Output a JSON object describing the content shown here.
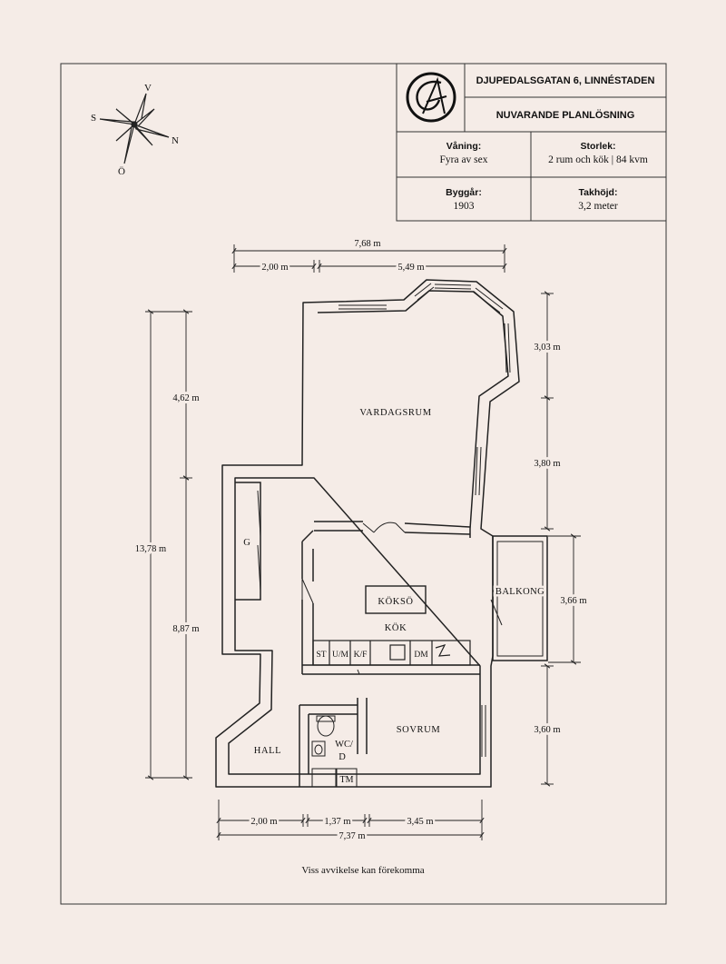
{
  "compass": {
    "north": "N",
    "south": "S",
    "east": "Ö",
    "west": "V"
  },
  "title_block": {
    "address": "DJUPEDALSGATAN 6, LINNÉSTADEN",
    "plan_title": "NUVARANDE PLANLÖSNING",
    "floor": {
      "label": "Våning:",
      "value": "Fyra av sex"
    },
    "size": {
      "label": "Storlek:",
      "value": "2 rum och kök | 84 kvm"
    },
    "built": {
      "label": "Byggår:",
      "value": "1903"
    },
    "ceiling": {
      "label": "Takhöjd:",
      "value": "3,2 meter"
    }
  },
  "dimensions": {
    "top_total": "7,68 m",
    "top_left": "2,00 m",
    "top_right": "5,49 m",
    "left_total": "13,78 m",
    "left_upper": "4,62 m",
    "left_lower": "8,87 m",
    "right_1": "3,03 m",
    "right_2": "3,80 m",
    "right_balcony": "3,66 m",
    "right_3": "3,60 m",
    "bottom_1": "2,00 m",
    "bottom_2": "1,37 m",
    "bottom_3": "3,45 m",
    "bottom_total": "7,37 m"
  },
  "rooms": {
    "living": "VARDAGSRUM",
    "kitchen": "KÖK",
    "island": "KÖKSÖ",
    "balcony": "BALKONG",
    "bedroom": "SOVRUM",
    "hall": "HALL",
    "wardrobe": "G",
    "wc_line1": "WC/",
    "wc_line2": "D",
    "tm": "TM"
  },
  "appliances": {
    "st": "ST",
    "um": "U/M",
    "kf": "K/F",
    "dm": "DM"
  },
  "footer": "Viss avvikelse kan förekomma"
}
